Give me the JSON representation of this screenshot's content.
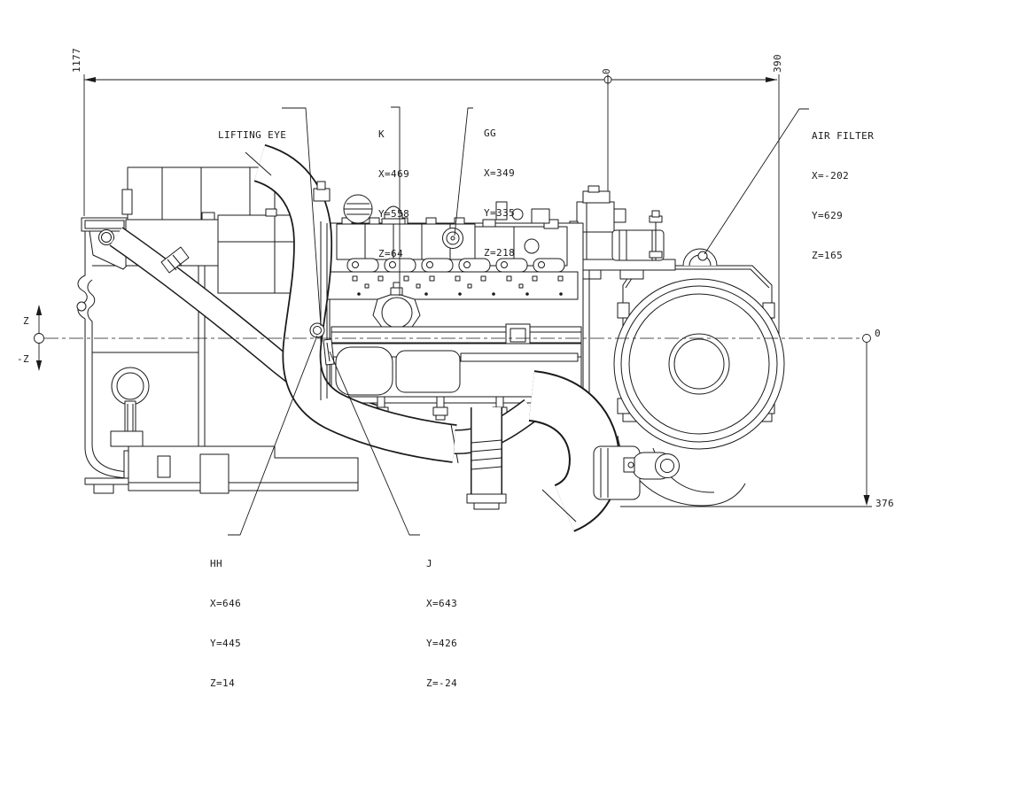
{
  "page": {
    "background": "#ffffff",
    "line_color": "#1a1a1a",
    "description": "Engine installation dimensional line drawing, left side view"
  },
  "dimensions": {
    "overall_length_label": "1177",
    "top_datum_label": "0",
    "rear_length_label": "390",
    "right_datum_label": "0",
    "bottom_depth_label": "376"
  },
  "axes": {
    "z_positive": "Z",
    "z_negative": "-Z"
  },
  "callouts": {
    "lifting_eye": {
      "label": "LIFTING EYE"
    },
    "k": {
      "label": "K",
      "x": "X=469",
      "y": "Y=558",
      "z": "Z=64"
    },
    "gg": {
      "label": "GG",
      "x": "X=349",
      "y": "Y=335",
      "z": "Z=218"
    },
    "air_filter": {
      "label": "AIR FILTER",
      "x": "X=-202",
      "y": "Y=629",
      "z": "Z=165"
    },
    "hh": {
      "label": "HH",
      "x": "X=646",
      "y": "Y=445",
      "z": "Z=14"
    },
    "j": {
      "label": "J",
      "x": "X=643",
      "y": "Y=426",
      "z": "Z=-24"
    }
  }
}
